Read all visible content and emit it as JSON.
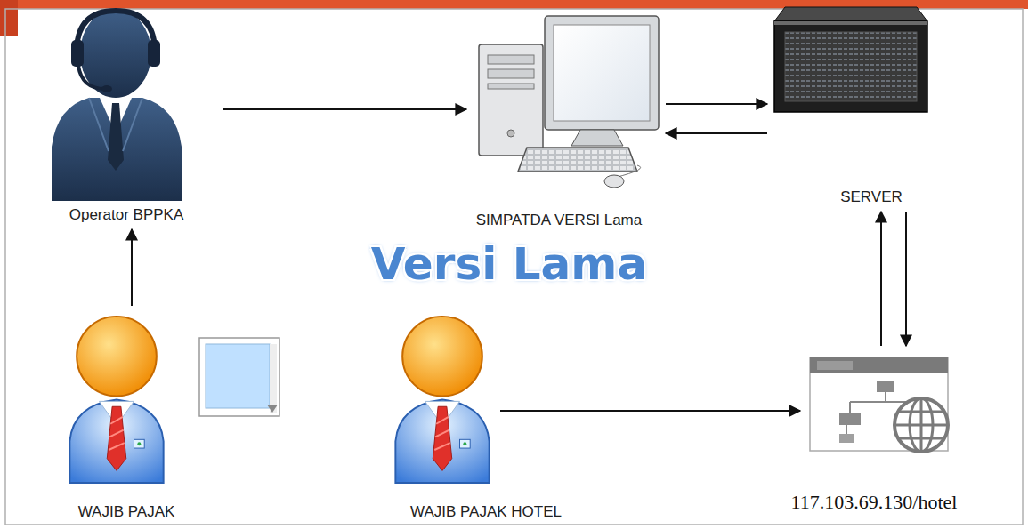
{
  "diagram": {
    "nodes": [
      {
        "text": [
          "Operator BPPKA"
        ]
      },
      {
        "text": [
          "SIMPATDA VERSI Lama"
        ]
      },
      {
        "text": [
          "SERVER"
        ]
      },
      {
        "text": [
          "WAJIB PAJAK"
        ]
      },
      {
        "text": [
          "WAJIB PAJAK HOTEL"
        ]
      },
      {
        "text": [
          "117.103.69.130/hotel"
        ]
      }
    ],
    "edges": [
      {
        "from": 3,
        "to": 0,
        "arrow": "to"
      },
      {
        "from": 0,
        "to": 1,
        "arrow": "to"
      },
      {
        "from": 1,
        "to": 2,
        "arrow": "to"
      },
      {
        "from": 2,
        "to": 1,
        "arrow": "to"
      },
      {
        "from": 5,
        "to": 2,
        "arrow": "to"
      },
      {
        "from": 2,
        "to": 5,
        "arrow": "to"
      },
      {
        "from": 4,
        "to": 5,
        "arrow": "to"
      }
    ],
    "labels": [
      "Versi Lama"
    ]
  }
}
